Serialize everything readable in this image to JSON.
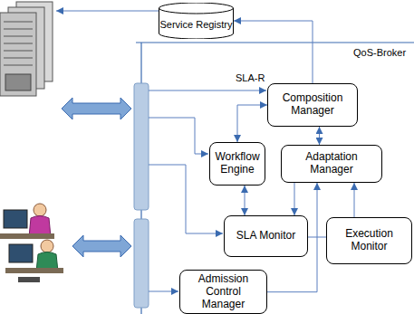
{
  "diagram": {
    "nodes": [
      {
        "text": [
          "Service Registry"
        ]
      },
      {
        "text": [
          "Composition Manager"
        ]
      },
      {
        "text": [
          "Workflow Engine"
        ]
      },
      {
        "text": [
          "Adaptation Manager"
        ]
      },
      {
        "text": [
          "SLA Monitor"
        ]
      },
      {
        "text": [
          "Execution Monitor"
        ]
      },
      {
        "text": [
          "Admission Control Manager"
        ]
      }
    ],
    "edges": [
      {
        "from": 1,
        "to": 0,
        "arrow": "to"
      },
      {
        "from": 2,
        "to": 1,
        "arrow": "both"
      },
      {
        "from": 1,
        "to": 3,
        "arrow": "both"
      },
      {
        "from": 2,
        "to": 4,
        "arrow": "both"
      },
      {
        "from": 3,
        "to": 4,
        "arrow": "to"
      },
      {
        "from": 5,
        "to": 3,
        "arrow": "to"
      },
      {
        "from": 6,
        "to": 3,
        "arrow": "to"
      },
      {
        "from": 4,
        "to": 5,
        "arrow": "none"
      }
    ],
    "labels": [
      "QoS-Broker",
      "SLA-R"
    ]
  }
}
